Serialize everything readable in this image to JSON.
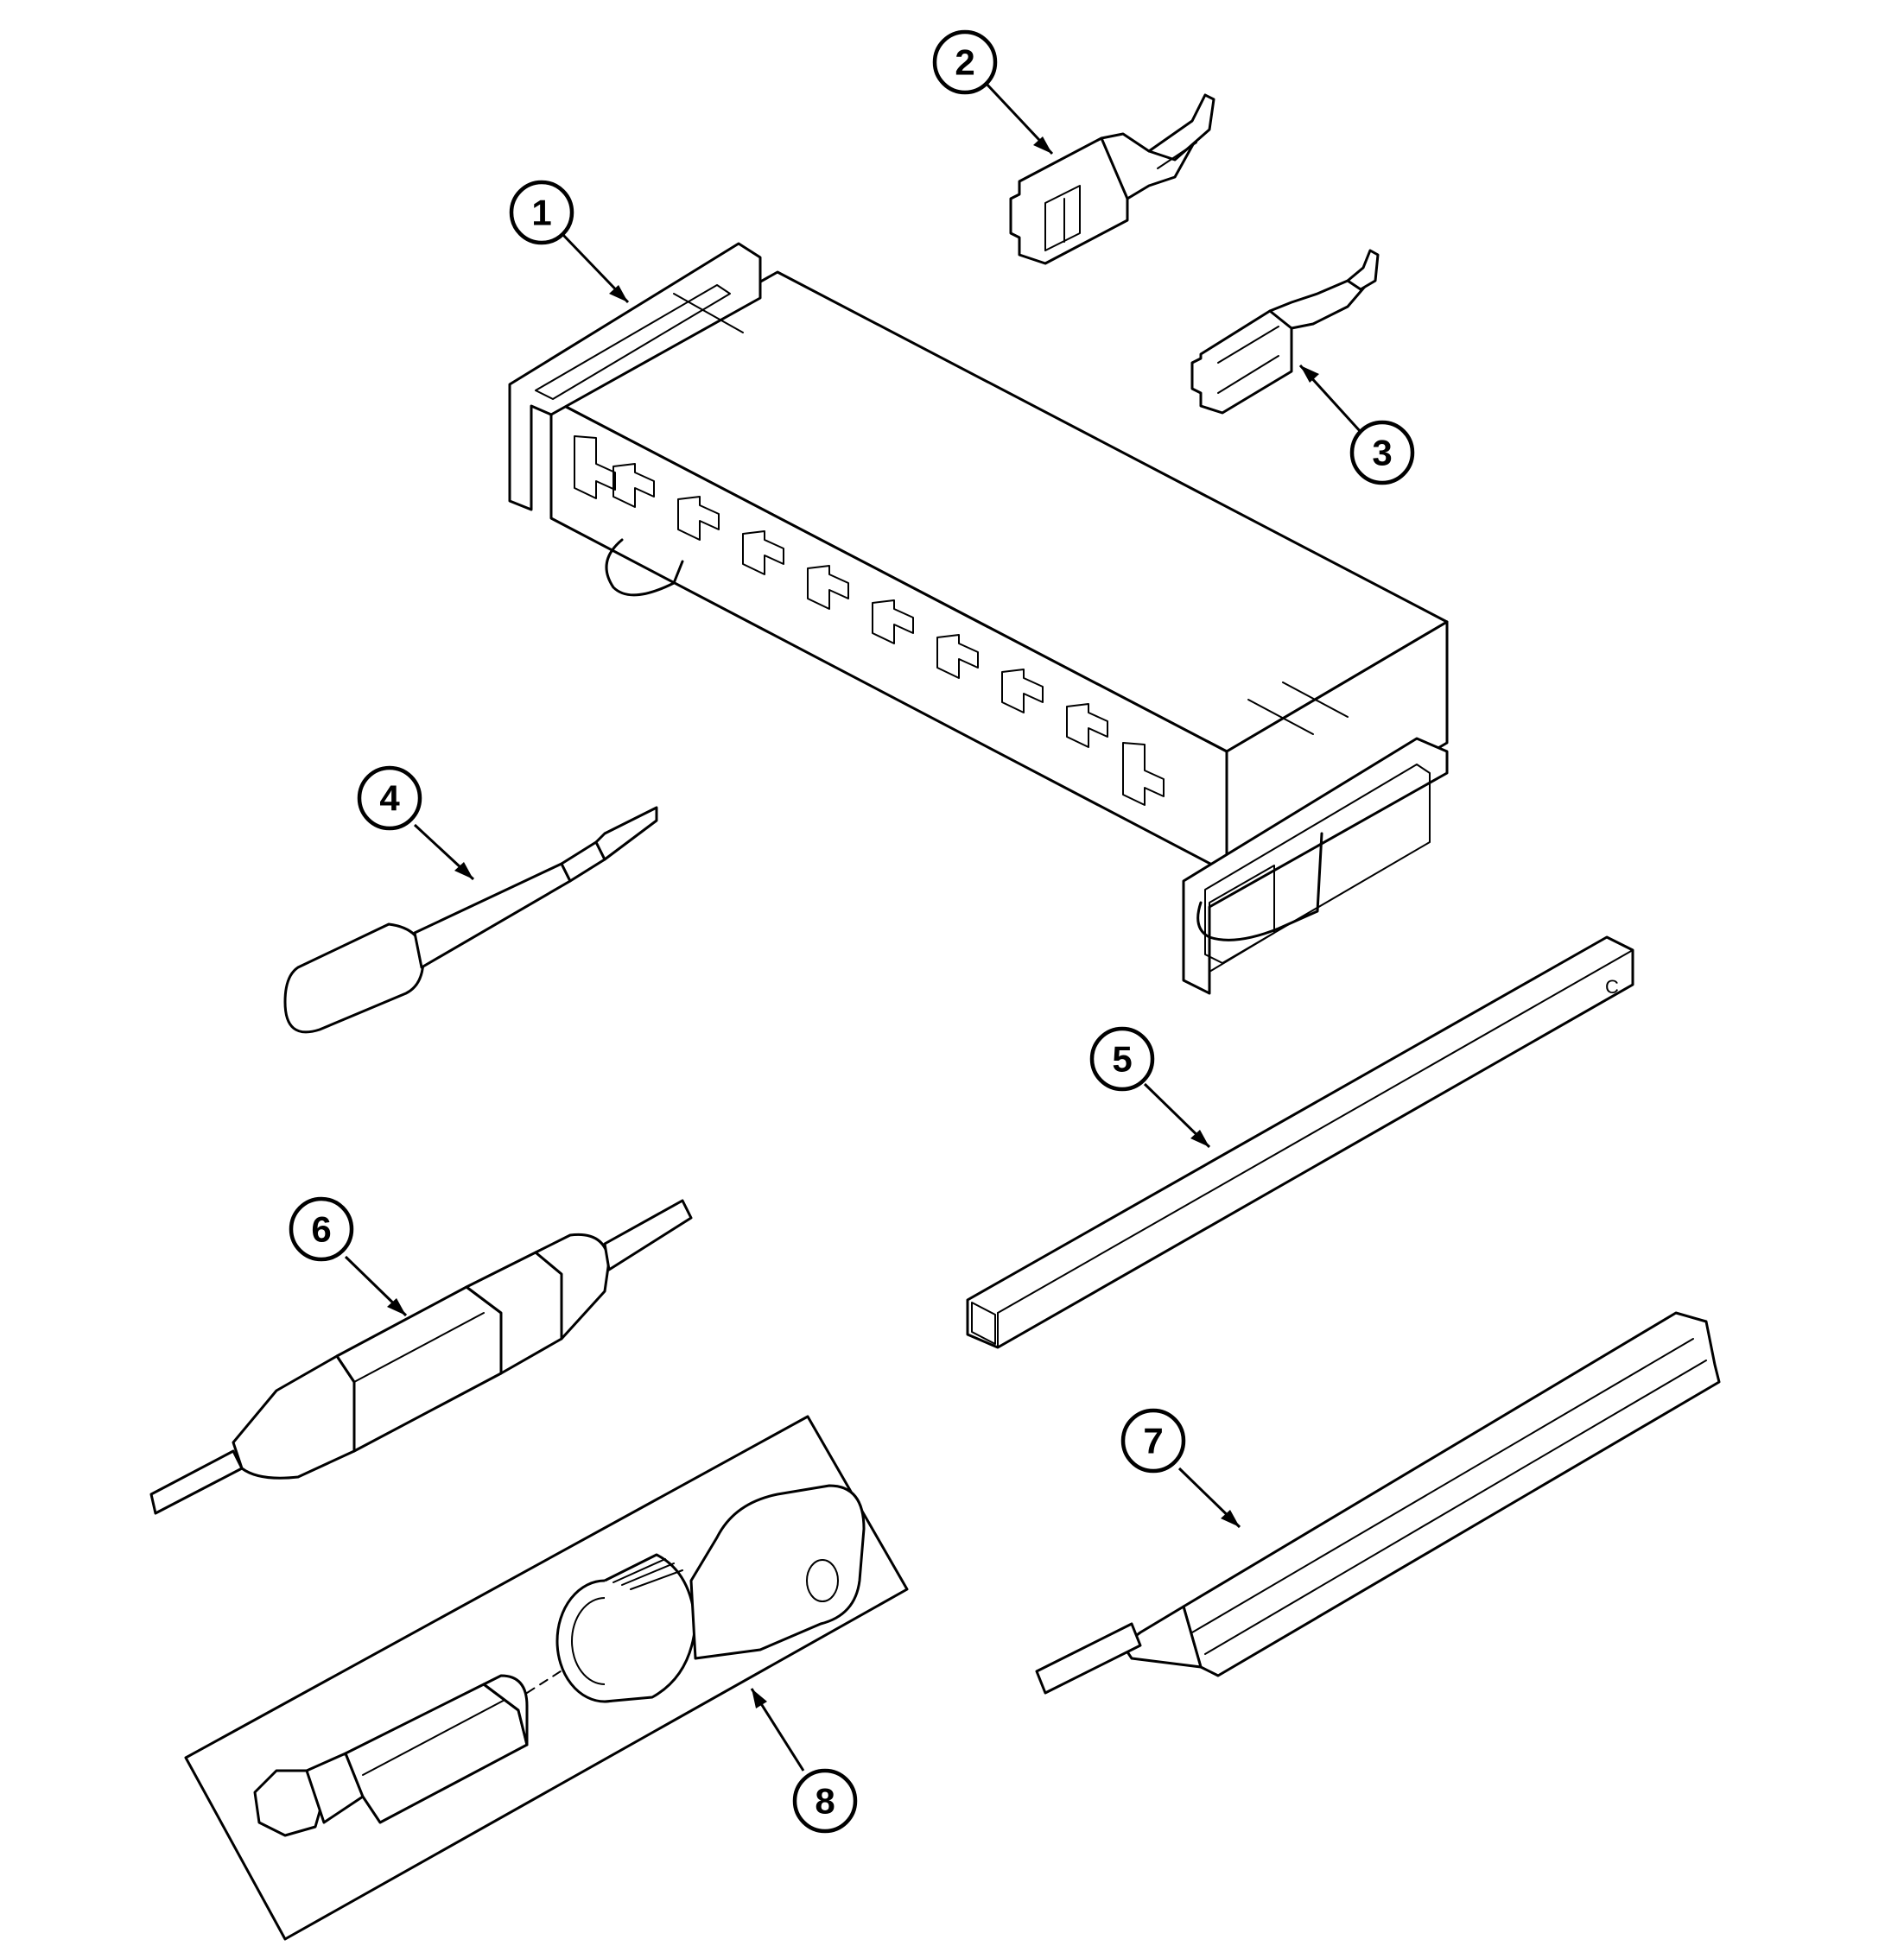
{
  "diagram": {
    "parts": [
      {
        "number": "1",
        "name": "connector-housing"
      },
      {
        "number": "2",
        "name": "terminal-large"
      },
      {
        "number": "3",
        "name": "terminal-small"
      },
      {
        "number": "4",
        "name": "pin-extractor-tool"
      },
      {
        "number": "5",
        "name": "square-bar"
      },
      {
        "number": "6",
        "name": "double-ended-pin-tool"
      },
      {
        "number": "7",
        "name": "hex-pin-tool"
      },
      {
        "number": "8",
        "name": "socket-and-torx-bit-set"
      }
    ],
    "marks": {
      "bar_end_letter": "C"
    }
  },
  "colors": {
    "ink": "#000000",
    "paper": "#ffffff"
  }
}
